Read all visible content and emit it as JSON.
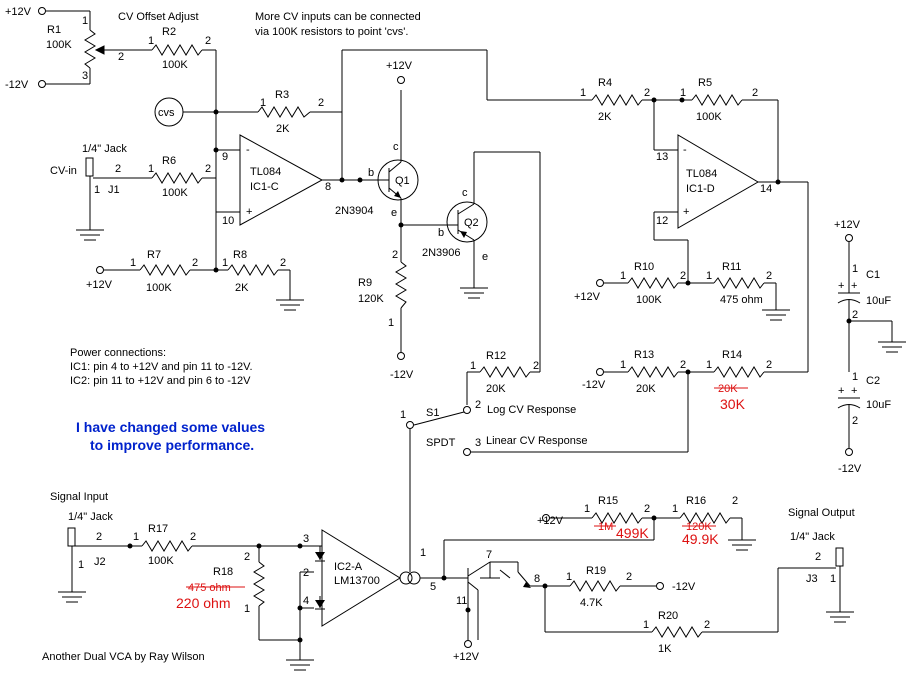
{
  "title": "Another Dual VCA by Ray Wilson",
  "notes": {
    "cv_offset": "CV Offset Adjust",
    "more_cv_1": "More CV inputs can be connected",
    "more_cv_2": "via 100K resistors to point 'cvs'.",
    "power_head": "Power connections:",
    "power_ic1": "IC1: pin 4 to +12V and pin 11 to -12V.",
    "power_ic2": "IC2: pin 11 to +12V and pin 6 to -12V",
    "changed_1": "I have changed some values",
    "changed_2": "to improve performance.",
    "signal_input": "Signal Input",
    "signal_output": "Signal Output",
    "log_cv": "Log CV Response",
    "linear_cv": "Linear CV Response",
    "cv_in": "CV-in",
    "cvs": "cvs"
  },
  "supplies": {
    "pos": "+12V",
    "neg": "-12V"
  },
  "resistors": {
    "R1": {
      "ref": "R1",
      "val": "100K"
    },
    "R2": {
      "ref": "R2",
      "val": "100K"
    },
    "R3": {
      "ref": "R3",
      "val": "2K"
    },
    "R4": {
      "ref": "R4",
      "val": "2K"
    },
    "R5": {
      "ref": "R5",
      "val": "100K"
    },
    "R6": {
      "ref": "R6",
      "val": "100K"
    },
    "R7": {
      "ref": "R7",
      "val": "100K"
    },
    "R8": {
      "ref": "R8",
      "val": "2K"
    },
    "R9": {
      "ref": "R9",
      "val": "120K"
    },
    "R10": {
      "ref": "R10",
      "val": "100K"
    },
    "R11": {
      "ref": "R11",
      "val": "475 ohm"
    },
    "R12": {
      "ref": "R12",
      "val": "20K"
    },
    "R13": {
      "ref": "R13",
      "val": "20K"
    },
    "R14": {
      "ref": "R14",
      "old": "20K",
      "new": "30K"
    },
    "R15": {
      "ref": "R15",
      "old": "1M",
      "new": "499K"
    },
    "R16": {
      "ref": "R16",
      "old": "120K",
      "new": "49.9K"
    },
    "R17": {
      "ref": "R17",
      "val": "100K"
    },
    "R18": {
      "ref": "R18",
      "old": "475 ohm",
      "new": "220 ohm"
    },
    "R19": {
      "ref": "R19",
      "val": "4.7K"
    },
    "R20": {
      "ref": "R20",
      "val": "1K"
    }
  },
  "capacitors": {
    "C1": {
      "ref": "C1",
      "val": "10uF"
    },
    "C2": {
      "ref": "C2",
      "val": "10uF"
    }
  },
  "ics": {
    "IC1C": {
      "type": "TL084",
      "ref": "IC1-C"
    },
    "IC1D": {
      "type": "TL084",
      "ref": "IC1-D"
    },
    "IC2A": {
      "ref": "IC2-A",
      "type": "LM13700"
    }
  },
  "transistors": {
    "Q1": {
      "ref": "Q1",
      "type": "2N3904"
    },
    "Q2": {
      "ref": "Q2",
      "type": "2N3906"
    }
  },
  "jacks": {
    "J1": {
      "ref": "J1",
      "type": "1/4\" Jack"
    },
    "J2": {
      "ref": "J2",
      "type": "1/4\" Jack"
    },
    "J3": {
      "ref": "J3",
      "type": "1/4\" Jack"
    }
  },
  "switch": {
    "ref": "S1",
    "type": "SPDT"
  }
}
